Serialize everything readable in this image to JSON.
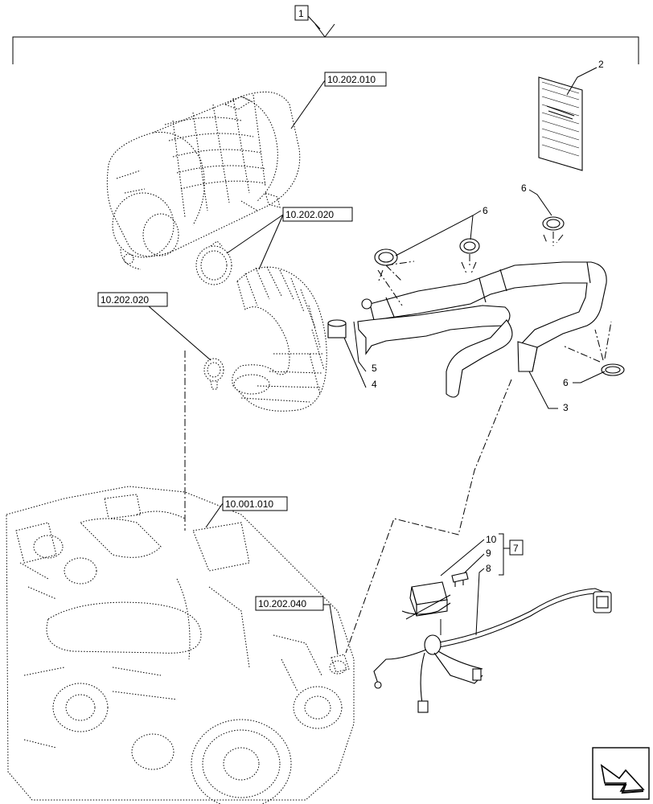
{
  "assembly": {
    "item": "1"
  },
  "references": {
    "air_filter": "10.202.010",
    "hose_clamps": "10.202.020",
    "front_clamp": "10.202.020",
    "engine": "10.001.010",
    "sensor": "10.202.040"
  },
  "callouts": {
    "manual": "2",
    "pipe": "3",
    "sleeve": "4",
    "fitting": "5",
    "clamp_a": "6",
    "clamp_b": "6",
    "clamp_c": "6",
    "clamp_d": "6",
    "harness": "8",
    "fuse": "9",
    "relay": "10",
    "kit": "7"
  }
}
